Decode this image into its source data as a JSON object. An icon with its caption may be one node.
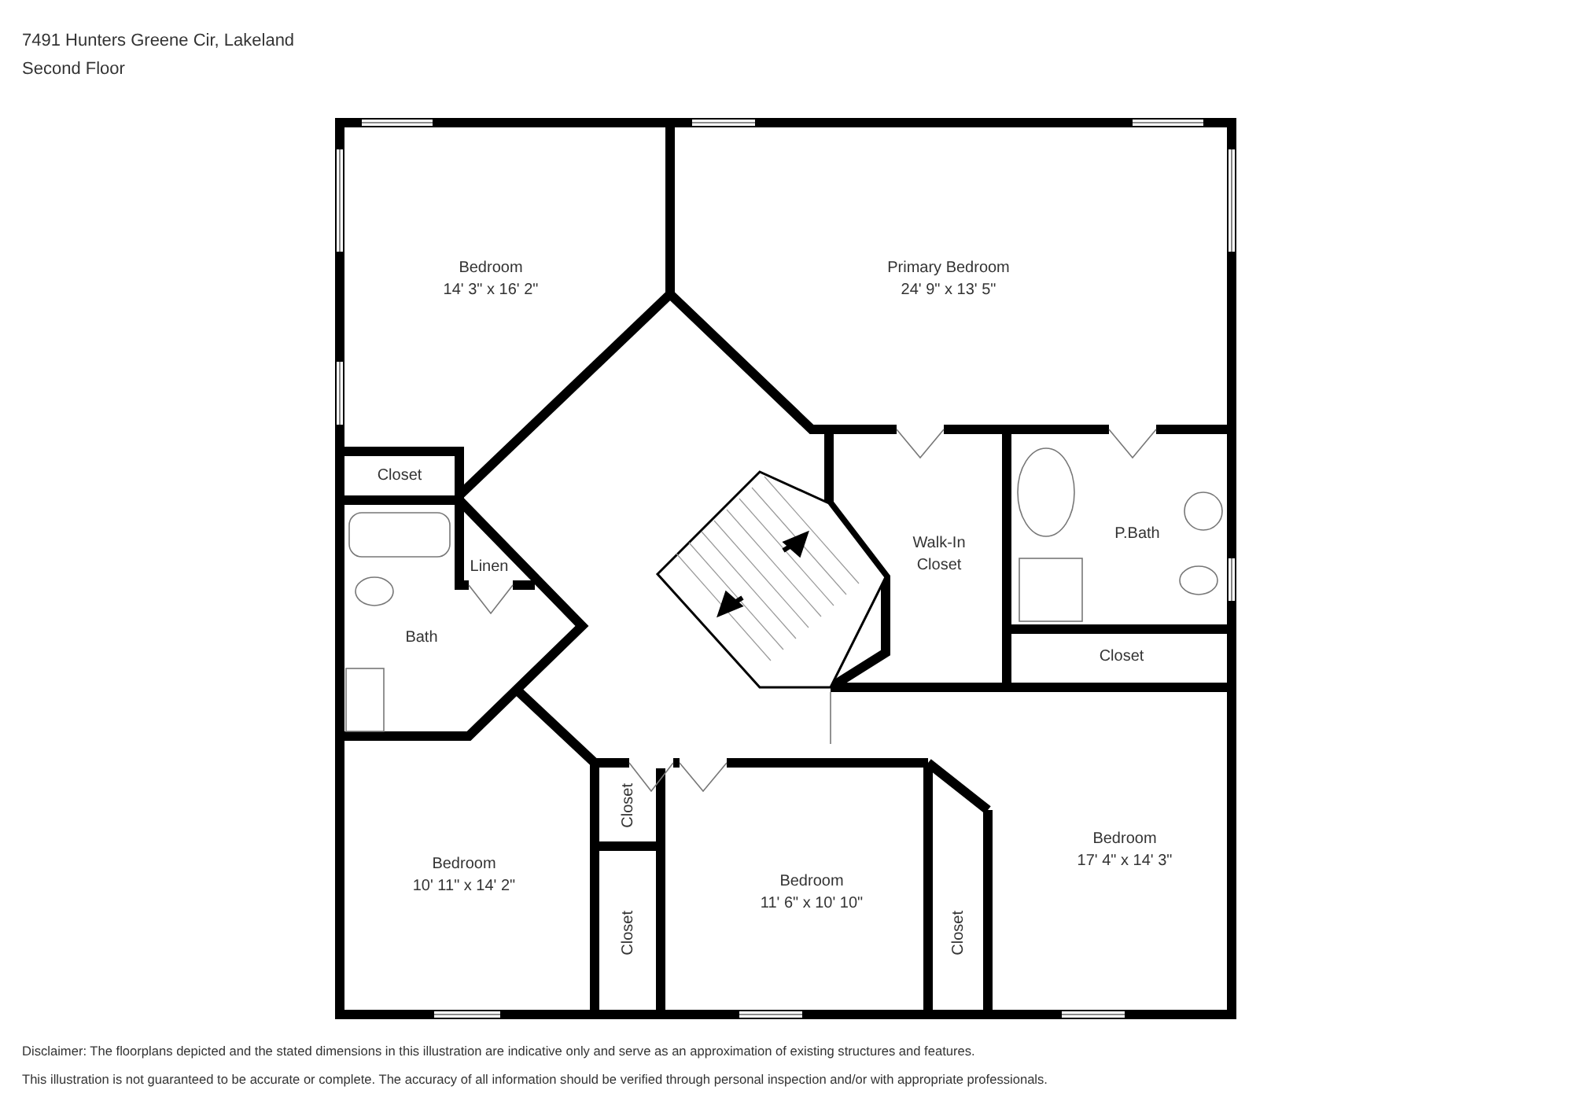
{
  "diagram": {
    "title": "7491 Hunters Greene Cir, Lakeland",
    "nodes": [
      {
        "text": [
          "Bedroom",
          "14' 3\" x 16' 2\""
        ]
      },
      {
        "text": [
          "Primary Bedroom",
          "24' 9\" x 13' 5\""
        ]
      },
      {
        "text": [
          "Closet"
        ]
      },
      {
        "text": [
          "Walk-In Closet"
        ]
      },
      {
        "text": [
          "P.Bath"
        ]
      },
      {
        "text": [
          "Linen"
        ]
      },
      {
        "text": [
          "Bath"
        ]
      },
      {
        "text": [
          "Closet"
        ]
      },
      {
        "text": [
          "Bedroom",
          "17' 4\" x 14' 3\""
        ]
      },
      {
        "text": [
          "Closet"
        ]
      },
      {
        "text": [
          "Bedroom",
          "10' 11\" x 14' 2\""
        ]
      },
      {
        "text": [
          "Bedroom",
          "11' 6\" x 10' 10\""
        ]
      },
      {
        "text": [
          "Closet"
        ]
      },
      {
        "text": [
          "Closet"
        ]
      }
    ],
    "labels": [
      "Second Floor",
      "Disclaimer: The floorplans depicted and the stated dimensions in this illustration are indicative only and serve as an approximation of existing structures and features.",
      "This illustration is not guaranteed to be accurate or complete. The accuracy of all information should be verified through personal inspection and/or with appropriate professionals."
    ]
  }
}
